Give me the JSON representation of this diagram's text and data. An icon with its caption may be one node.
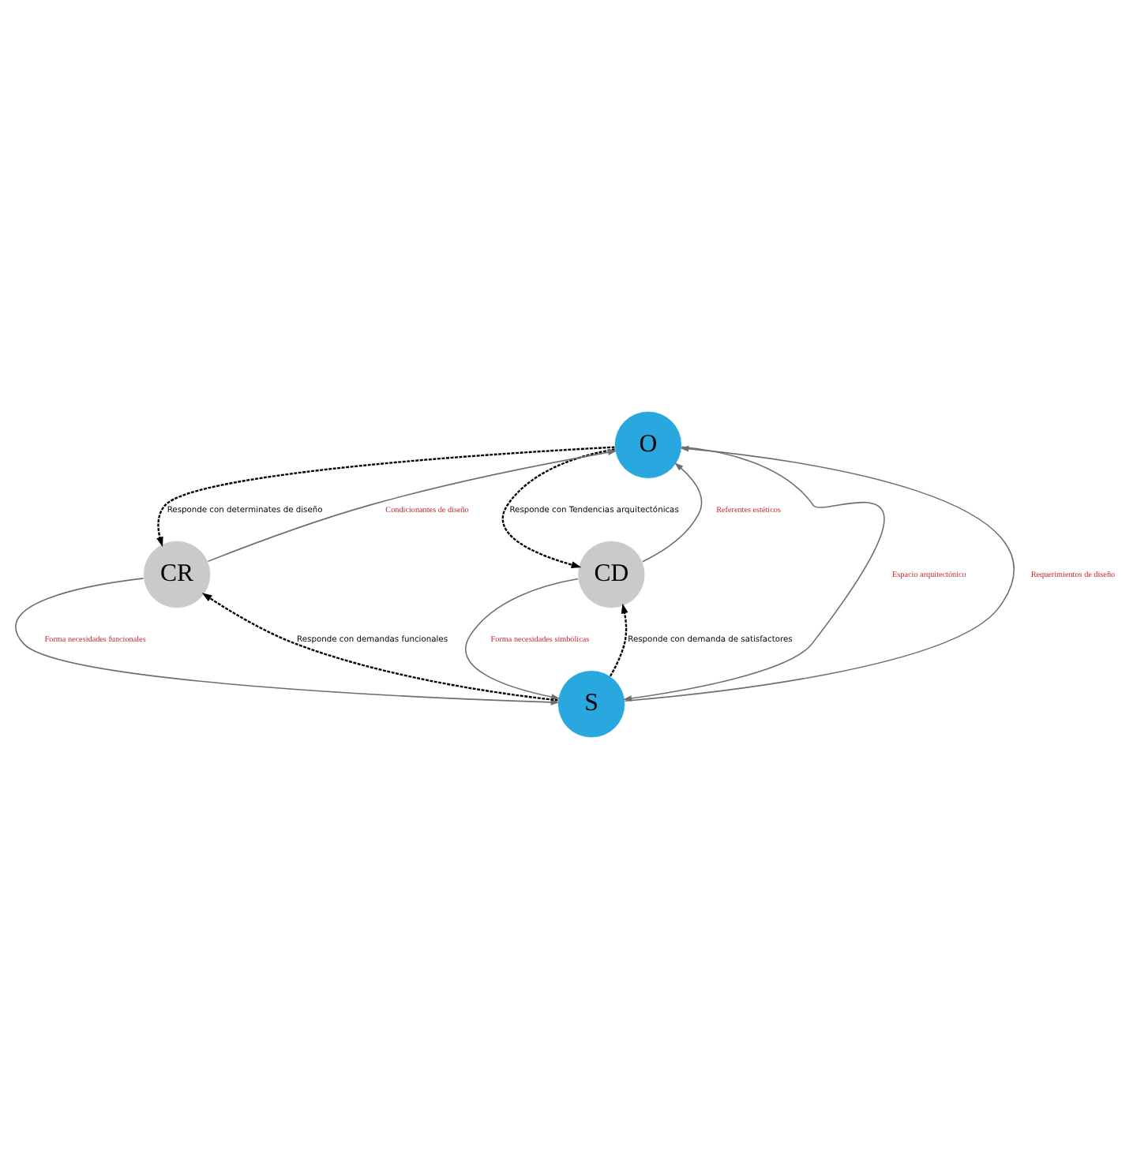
{
  "diagram": {
    "nodes": [
      {
        "text": [
          "O"
        ]
      },
      {
        "text": [
          "CR"
        ]
      },
      {
        "text": [
          "CD"
        ]
      },
      {
        "text": [
          "S"
        ]
      }
    ],
    "edges": [
      {
        "from": 1,
        "to": 0,
        "arrow": "to",
        "label": "Condicionantes de diseño",
        "color": "#6d6e71"
      },
      {
        "from": 0,
        "to": 1,
        "arrow": "to",
        "label": "Responde con determinates de diseño",
        "style": "dashed",
        "color": "#000000"
      },
      {
        "from": 2,
        "to": 0,
        "arrow": "to",
        "label": "Referentes estéticos",
        "color": "#6d6e71"
      },
      {
        "from": 0,
        "to": 2,
        "arrow": "to",
        "label": "Responde con Tendencias arquitectónicas",
        "style": "dashed",
        "color": "#000000"
      },
      {
        "from": 0,
        "to": 3,
        "arrow": "to",
        "label": "Espacio arquitectónico",
        "color": "#6d6e71"
      },
      {
        "from": 3,
        "to": 0,
        "arrow": "to",
        "label": "Requerimientos de diseño",
        "color": "#6d6e71"
      },
      {
        "from": 1,
        "to": 3,
        "arrow": "to",
        "label": "Forma necesidades funcionales",
        "color": "#6d6e71"
      },
      {
        "from": 3,
        "to": 1,
        "arrow": "to",
        "label": "Responde con demandas funcionales",
        "style": "dashed",
        "color": "#000000"
      },
      {
        "from": 2,
        "to": 3,
        "arrow": "to",
        "label": "Forma necesidades simbólicas",
        "color": "#6d6e71"
      },
      {
        "from": 3,
        "to": 2,
        "arrow": "to",
        "label": "Responde con demanda de satisfactores",
        "style": "dashed",
        "color": "#000000"
      }
    ]
  }
}
